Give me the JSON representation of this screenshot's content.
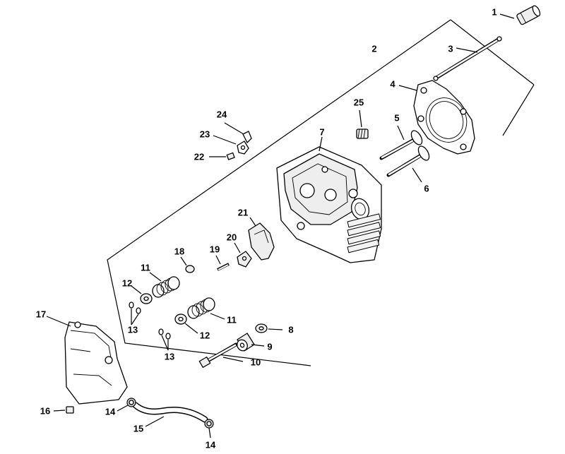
{
  "callouts": {
    "c1": "1",
    "c2": "2",
    "c3": "3",
    "c4": "4",
    "c5": "5",
    "c6": "6",
    "c7": "7",
    "c8": "8",
    "c9": "9",
    "c10": "10",
    "c11a": "11",
    "c11b": "11",
    "c12a": "12",
    "c12b": "12",
    "c13a": "13",
    "c13b": "13",
    "c14a": "14",
    "c14b": "14",
    "c15": "15",
    "c16": "16",
    "c17": "17",
    "c18": "18",
    "c19": "19",
    "c20": "20",
    "c21": "21",
    "c22": "22",
    "c23": "23",
    "c24": "24",
    "c25": "25"
  },
  "colors": {
    "line": "#000000",
    "background": "#ffffff"
  }
}
